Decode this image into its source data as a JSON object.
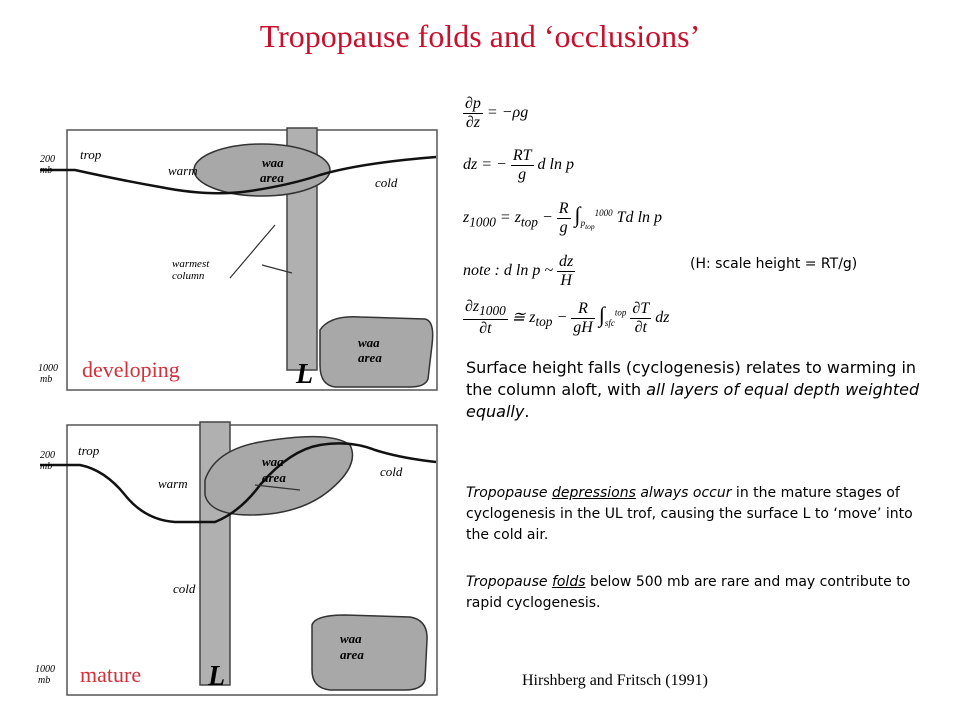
{
  "title": "Tropopause folds and ‘occlusions’",
  "panels": {
    "developing": {
      "stage_label": "developing",
      "label_200": "200",
      "label_mb": "mb",
      "label_1000": "1000",
      "label_mb_bottom": "mb",
      "trop": "trop",
      "warm": "warm",
      "cold": "cold",
      "waa_top": "waa",
      "area_top": "area",
      "warmest": "warmest",
      "column": "column",
      "waa_bottom": "waa",
      "area_bottom": "area",
      "low": "L"
    },
    "mature": {
      "stage_label": "mature",
      "label_200": "200",
      "label_mb": "mb",
      "label_1000": "1000",
      "label_mb_bottom": "mb",
      "trop": "trop",
      "warm": "warm",
      "cold_right": "cold",
      "cold_column": "cold",
      "waa_top": "waa",
      "area_top": "area",
      "waa_bottom": "waa",
      "area_bottom": "area",
      "low": "L"
    }
  },
  "scale_height_note": "(H: scale height = RT/g)",
  "paragraph1": {
    "arrow": "",
    "text_a": " Surface height falls (cyclogenesis) relates to warming in the column aloft, with ",
    "text_b": "all layers of equal depth weighted equally",
    "text_c": "."
  },
  "paragraph2": {
    "a": "Tropopause ",
    "b": "depressions",
    "c": " always occur",
    "d": " in the mature stages of cyclogenesis in the UL trof, causing the surface L to ‘move’ into the cold air."
  },
  "paragraph3": {
    "a": "Tropopause ",
    "b": "folds",
    "c": " below 500 mb are rare and may contribute to rapid cyclogenesis."
  },
  "citation": "Hirshberg and Fritsch (1991)"
}
